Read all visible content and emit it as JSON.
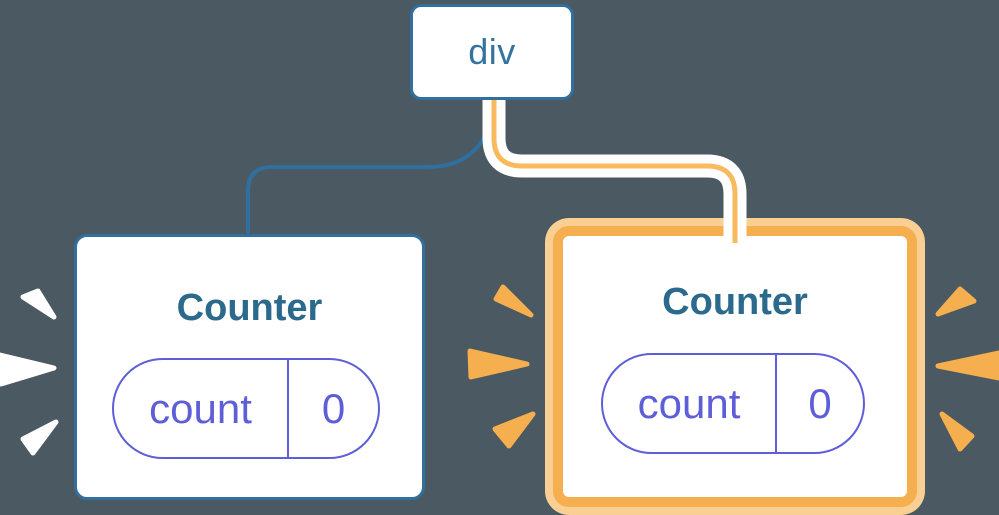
{
  "palette": {
    "background": "#4A5962",
    "blue_border": "#316F9E",
    "blue_text": "#34729F",
    "heading": "#2B6A8C",
    "purple": "#5E5ED8",
    "orange": "#F6AF4F",
    "orange_light": "#FACF93",
    "orange_line": "#F8BA5C",
    "white": "#FFFFFF"
  },
  "tree": {
    "root": {
      "label": "div"
    },
    "children": [
      {
        "title": "Counter",
        "highlighted": false,
        "state": {
          "key": "count",
          "value": "0"
        }
      },
      {
        "title": "Counter",
        "highlighted": true,
        "state": {
          "key": "count",
          "value": "0"
        }
      }
    ]
  }
}
